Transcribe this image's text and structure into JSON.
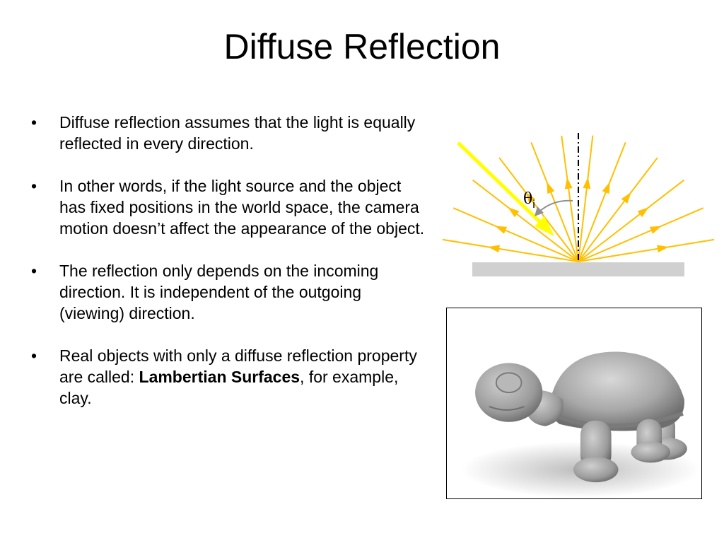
{
  "slide": {
    "title": "Diffuse Reflection",
    "bullets": [
      {
        "text": "Diffuse reflection assumes that the light is equally reflected in every direction."
      },
      {
        "text": "In other words, if the light source and the object has fixed positions in the world space, the camera motion doesn’t affect the appearance of the object."
      },
      {
        "text": "The reflection only depends on the incoming direction. It is independent of the outgoing (viewing) direction."
      },
      {
        "text_before": "Real objects with only a diffuse reflection property are called: ",
        "bold": "Lambertian Surfaces",
        "text_after": ", for example, clay."
      }
    ],
    "bullet_symbol": "•"
  },
  "diagram": {
    "angle_symbol": "θ",
    "angle_subscript": "i",
    "colors": {
      "incoming_ray": "#ffff00",
      "reflected_rays": "#ffc000",
      "surface": "#d0d0d0",
      "normal": "#000000",
      "angle_arrow": "#909090"
    }
  },
  "photo": {
    "subject": "turtle-render",
    "colors": {
      "clay": "#a8a8a8",
      "shadow": "#6e6e6e"
    }
  }
}
